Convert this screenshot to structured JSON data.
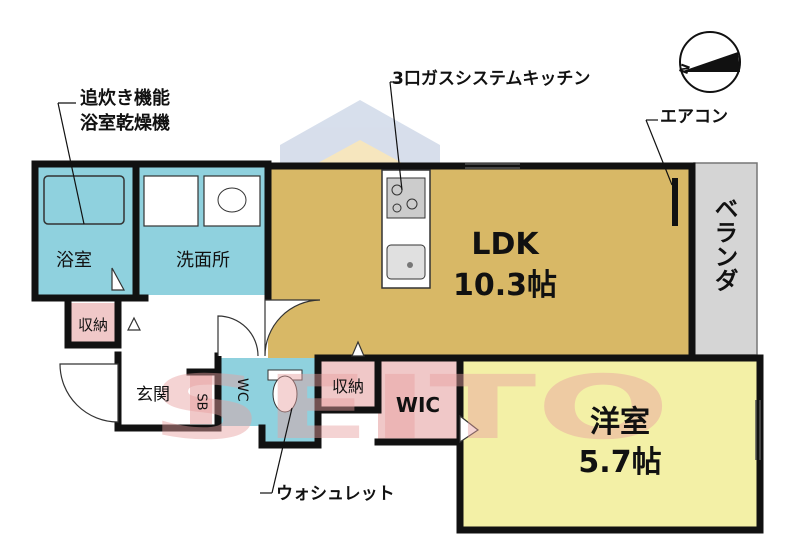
{
  "colors": {
    "ldk": "#d8b866",
    "bath": "#8fd1de",
    "storage": "#f0c8c8",
    "western": "#f3f0a6",
    "hall": "#ffffff",
    "veranda": "#d5d5d5",
    "wall": "#111111",
    "watermark_text": "#e8a0a0"
  },
  "rooms": {
    "ldk": {
      "name": "LDK",
      "size": "10.3帖"
    },
    "western": {
      "name": "洋室",
      "size": "5.7帖"
    },
    "bath": {
      "name": "浴室"
    },
    "washroom": {
      "name": "洗面所"
    },
    "storage1": {
      "name": "収納"
    },
    "storage2": {
      "name": "収納"
    },
    "entrance": {
      "name": "玄関"
    },
    "sb": {
      "name": "SB"
    },
    "wc": {
      "name": "WC"
    },
    "wic": {
      "name": "WIC"
    },
    "veranda": {
      "name": "ベランダ"
    }
  },
  "annotations": {
    "reheat": "追炊き機能",
    "dryer": "浴室乾燥機",
    "kitchen": "3口ガスシステムキッチン",
    "aircon": "エアコン",
    "washlet": "ウォシュレット"
  },
  "compass": {
    "label": "N"
  },
  "watermark": {
    "text": "SEITO"
  }
}
